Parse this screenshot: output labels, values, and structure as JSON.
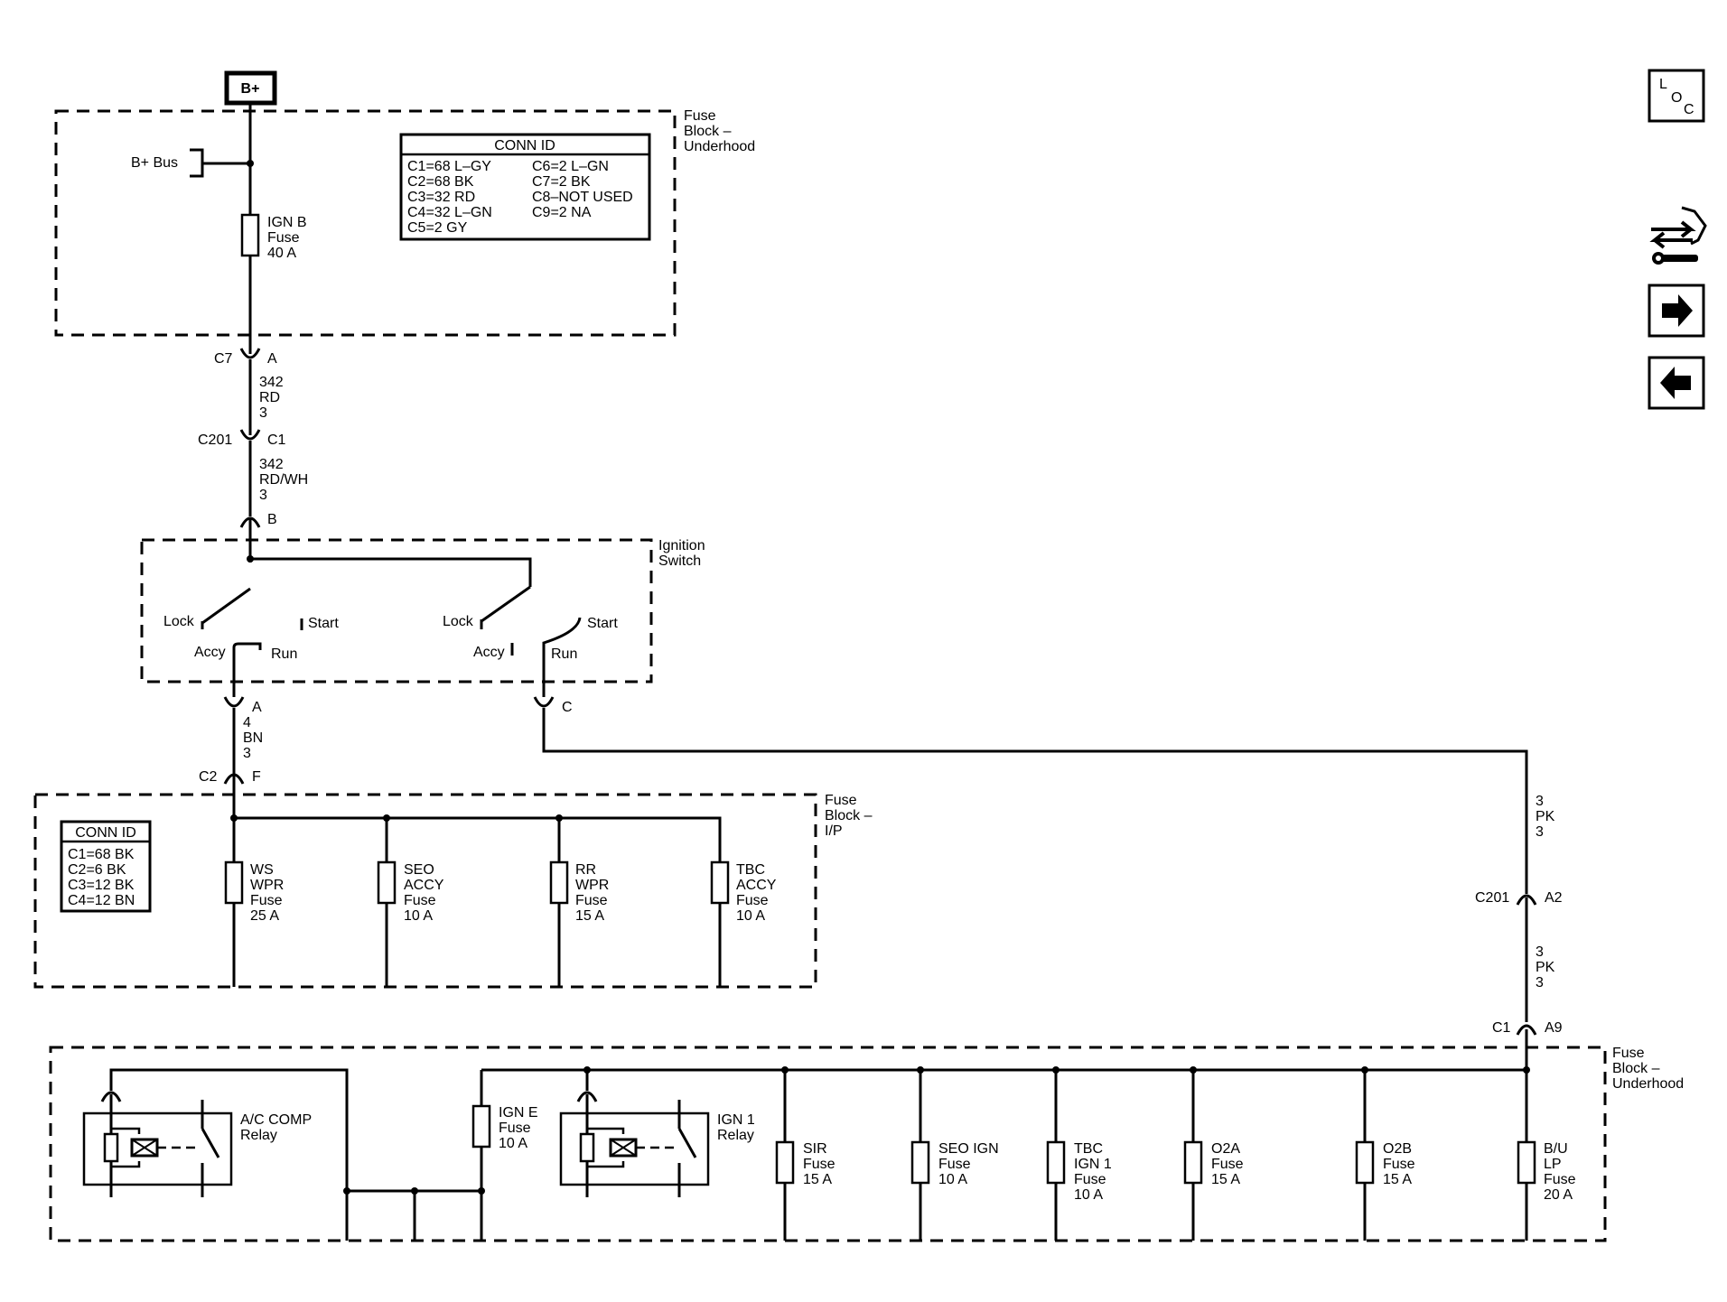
{
  "power_source": {
    "label": "B+"
  },
  "fuse_block_top": {
    "name": [
      "Fuse",
      "Block –",
      "Underhood"
    ],
    "bus_label": "B+ Bus"
  },
  "conn_id_top": {
    "title": "CONN ID",
    "left": [
      "C1=68 L–GY",
      "C2=68 BK",
      "C3=32 RD",
      "C4=32 L–GN",
      "C5=2 GY"
    ],
    "right": [
      "C6=2 L–GN",
      "C7=2 BK",
      "C8–NOT USED",
      "C9=2 NA"
    ]
  },
  "fuse_ign_b": {
    "lines": [
      "IGN B",
      "Fuse",
      "40 A"
    ]
  },
  "connector_c7": {
    "name": "C7",
    "pin": "A"
  },
  "wire_1": {
    "lines": [
      "342",
      "RD",
      "3"
    ]
  },
  "connector_c201_c1": {
    "name": "C201",
    "pin": "C1"
  },
  "wire_2": {
    "lines": [
      "342",
      "RD/WH",
      "3"
    ]
  },
  "ignition_switch": {
    "name": [
      "Ignition",
      "Switch"
    ],
    "pin_top": "B",
    "left_labels": {
      "lock": "Lock",
      "start": "Start",
      "accy": "Accy",
      "run": "Run"
    },
    "right_labels": {
      "lock": "Lock",
      "start": "Start",
      "accy": "Accy",
      "run": "Run"
    },
    "pin_a": "A",
    "pin_c": "C"
  },
  "wire_3": {
    "lines": [
      "4",
      "BN",
      "3"
    ]
  },
  "connector_c2": {
    "name": "C2",
    "pin": "F"
  },
  "fuse_block_ip": {
    "name": [
      "Fuse",
      "Block –",
      "I/P"
    ]
  },
  "conn_id_ip": {
    "title": "CONN ID",
    "lines": [
      "C1=68 BK",
      "C2=6 BK",
      "C3=12 BK",
      "C4=12 BN"
    ]
  },
  "ip_fuses": [
    {
      "lines": [
        "WS",
        "WPR",
        "Fuse",
        "25 A"
      ]
    },
    {
      "lines": [
        "SEO",
        "ACCY",
        "Fuse",
        "10 A"
      ]
    },
    {
      "lines": [
        "RR",
        "WPR",
        "Fuse",
        "15 A"
      ]
    },
    {
      "lines": [
        "TBC",
        "ACCY",
        "Fuse",
        "10 A"
      ]
    }
  ],
  "wire_4": {
    "lines": [
      "3",
      "PK",
      "3"
    ]
  },
  "connector_c201_a2": {
    "name": "C201",
    "pin": "A2"
  },
  "wire_5": {
    "lines": [
      "3",
      "PK",
      "3"
    ]
  },
  "connector_c1_a9": {
    "name": "C1",
    "pin": "A9"
  },
  "fuse_block_bottom": {
    "name": [
      "Fuse",
      "Block –",
      "Underhood"
    ]
  },
  "relay_ac": {
    "lines": [
      "A/C COMP",
      "Relay"
    ]
  },
  "fuse_ign_e": {
    "lines": [
      "IGN E",
      "Fuse",
      "10 A"
    ]
  },
  "relay_ign1": {
    "lines": [
      "IGN 1",
      "Relay"
    ]
  },
  "bottom_fuses": [
    {
      "lines": [
        "SIR",
        "Fuse",
        "15 A"
      ]
    },
    {
      "lines": [
        "SEO IGN",
        "Fuse",
        "10 A"
      ]
    },
    {
      "lines": [
        "TBC",
        "IGN 1",
        "Fuse",
        "10 A"
      ]
    },
    {
      "lines": [
        "O2A",
        "Fuse",
        "15 A"
      ]
    },
    {
      "lines": [
        "O2B",
        "Fuse",
        "15 A"
      ]
    },
    {
      "lines": [
        "B/U",
        "LP",
        "Fuse",
        "20 A"
      ]
    }
  ],
  "nav": {
    "loc": [
      "L",
      "O",
      "C"
    ],
    "icons": [
      "swap-tools-icon",
      "arrow-right-icon",
      "arrow-left-icon"
    ]
  }
}
